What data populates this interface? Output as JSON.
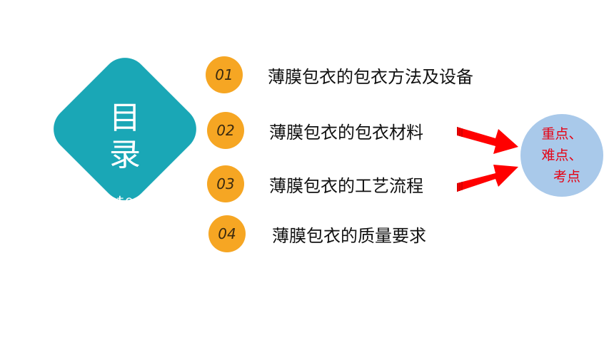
{
  "title": {
    "main": "目录",
    "subtitle": "Contents"
  },
  "items": [
    {
      "number": "01",
      "label": "薄膜包衣的包衣方法及设备"
    },
    {
      "number": "02",
      "label": "薄膜包衣的包衣材料"
    },
    {
      "number": "03",
      "label": "薄膜包衣的工艺流程"
    },
    {
      "number": "04",
      "label": "薄膜包衣的质量要求"
    }
  ],
  "key_points": {
    "lines": [
      "重点、",
      "难点、",
      "考点"
    ]
  },
  "colors": {
    "diamond": "#1aa7b6",
    "number_badge": "#f6a623",
    "arrow": "#ff0000",
    "key_circle": "#a9c9ea",
    "key_text": "#e60012"
  }
}
